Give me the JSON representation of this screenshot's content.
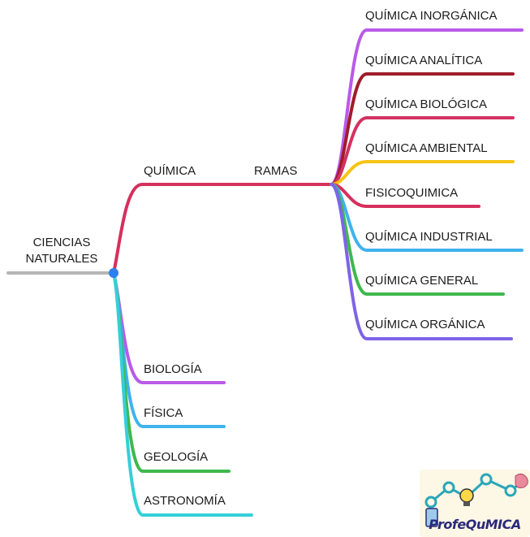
{
  "root": {
    "label_line1": "CIENCIAS",
    "label_line2": "NATURALES",
    "color": "#b5b5b5"
  },
  "quimica": {
    "label": "QUÍMICA",
    "color": "#d6305c"
  },
  "ramas": {
    "label": "RAMAS"
  },
  "branches": [
    {
      "label": "QUÍMICA INORGÁNICA",
      "color": "#b85ae8"
    },
    {
      "label": "QUÍMICA ANALÍTICA",
      "color": "#a01c2a"
    },
    {
      "label": "QUÍMICA BIOLÓGICA",
      "color": "#d23262"
    },
    {
      "label": "QUÍMICA AMBIENTAL",
      "color": "#f6c415"
    },
    {
      "label": "FISICOQUIMICA",
      "color": "#d6305c"
    },
    {
      "label": "QUÍMICA INDUSTRIAL",
      "color": "#3fb3ec"
    },
    {
      "label": "QUÍMICA GENERAL",
      "color": "#3fb84d"
    },
    {
      "label": "QUÍMICA ORGÁNICA",
      "color": "#7d64e8"
    }
  ],
  "sciences": [
    {
      "label": "BIOLOGÍA",
      "color": "#b85ae8"
    },
    {
      "label": "FÍSICA",
      "color": "#3fb3ec"
    },
    {
      "label": "GEOLOGÍA",
      "color": "#3fb84d"
    },
    {
      "label": "ASTRONOMÍA",
      "color": "#35cfd9"
    }
  ],
  "node_color": "#2d7ff0",
  "logo": {
    "text": "ProfeQuMICA"
  }
}
